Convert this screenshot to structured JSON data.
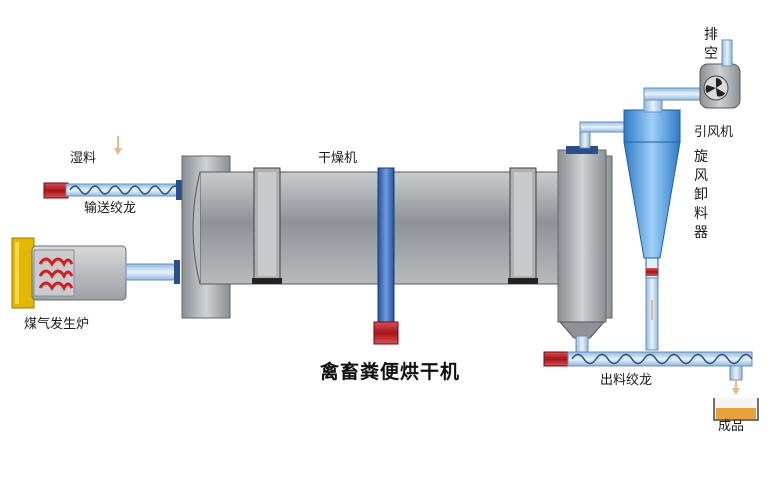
{
  "labels": {
    "wet_material": "湿料",
    "conveyor_screw": "输送绞龙",
    "gas_generator": "煤气发生炉",
    "dryer": "干燥机",
    "title": "禽畜粪便烘干机",
    "exhaust": "排空",
    "induced_fan": "引风机",
    "cyclone_discharger": "旋风卸料器",
    "discharge_screw": "出料绞龙",
    "product": "成品"
  },
  "colors": {
    "drum": "#9a9ea3",
    "pipe_blue": "#3e6fc0",
    "cyclone": "#5aa6e6",
    "motor_red": "#c0232b",
    "flame": "#d71920",
    "product": "#e9a23c"
  }
}
